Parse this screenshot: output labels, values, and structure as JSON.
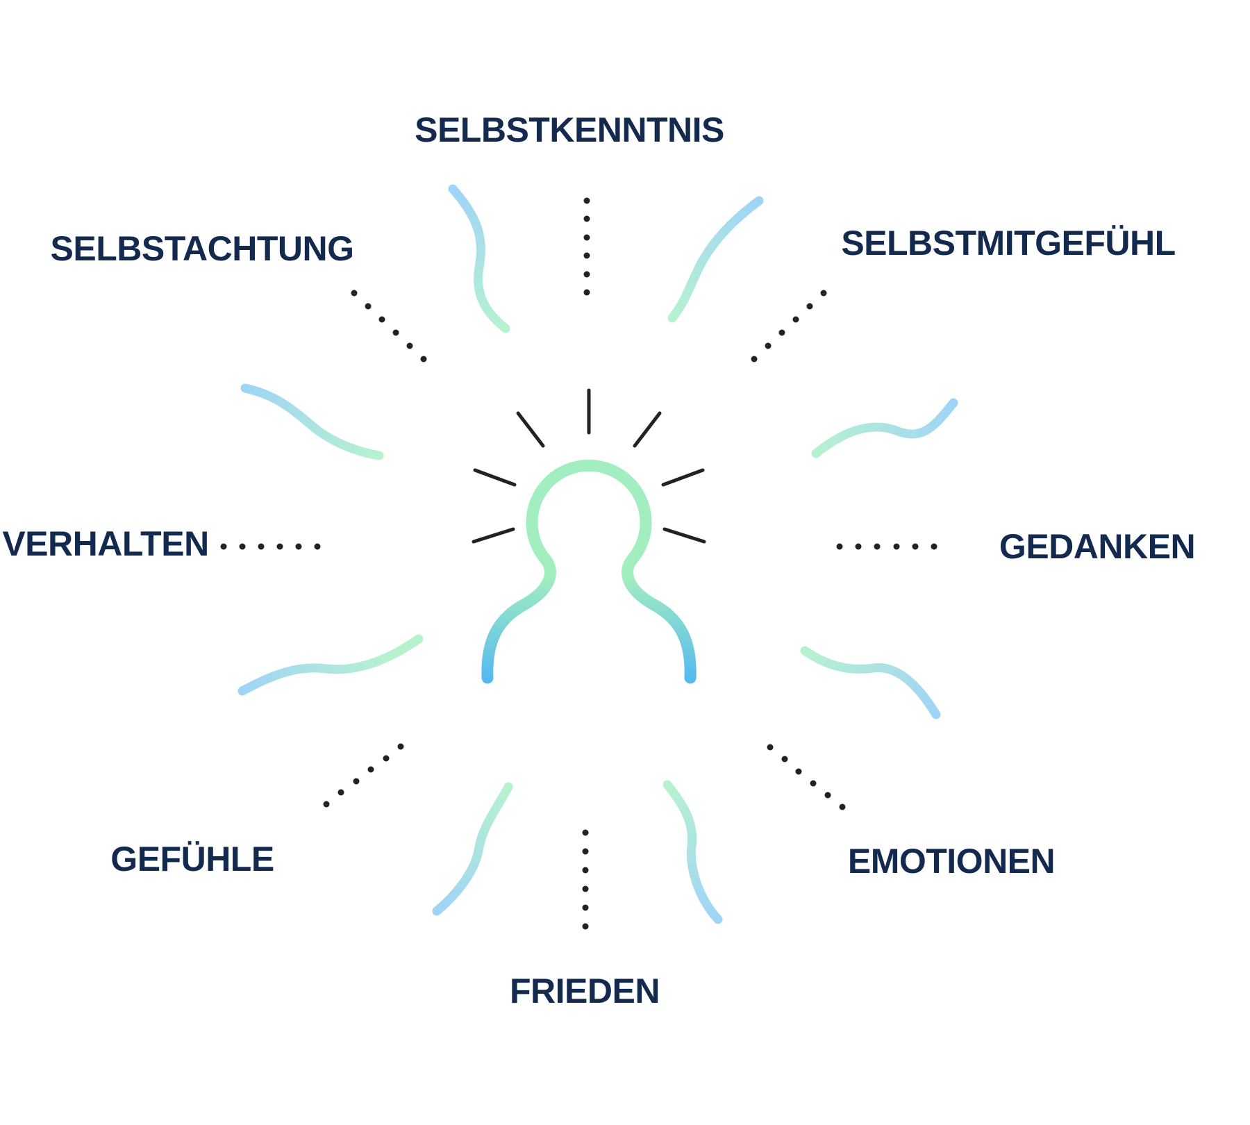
{
  "diagram": {
    "center_icon": "person",
    "labels": {
      "top": "SELBSTKENNTNIS",
      "top_right": "SELBSTMITGEFÜHL",
      "right": "GEDANKEN",
      "bottom_right": "EMOTIONEN",
      "bottom": "FRIEDEN",
      "bottom_left": "GEFÜHLE",
      "left": "VERHALTEN",
      "top_left": "SELBSTACHTUNG"
    },
    "colors": {
      "background": "#ffffff",
      "label_text": "#13294e",
      "ink": "#202225",
      "wave_blue": "#9fd4f7",
      "wave_green": "#b7f2cf",
      "person_green": "#a3eec0",
      "person_blue": "#55b9f0"
    }
  }
}
